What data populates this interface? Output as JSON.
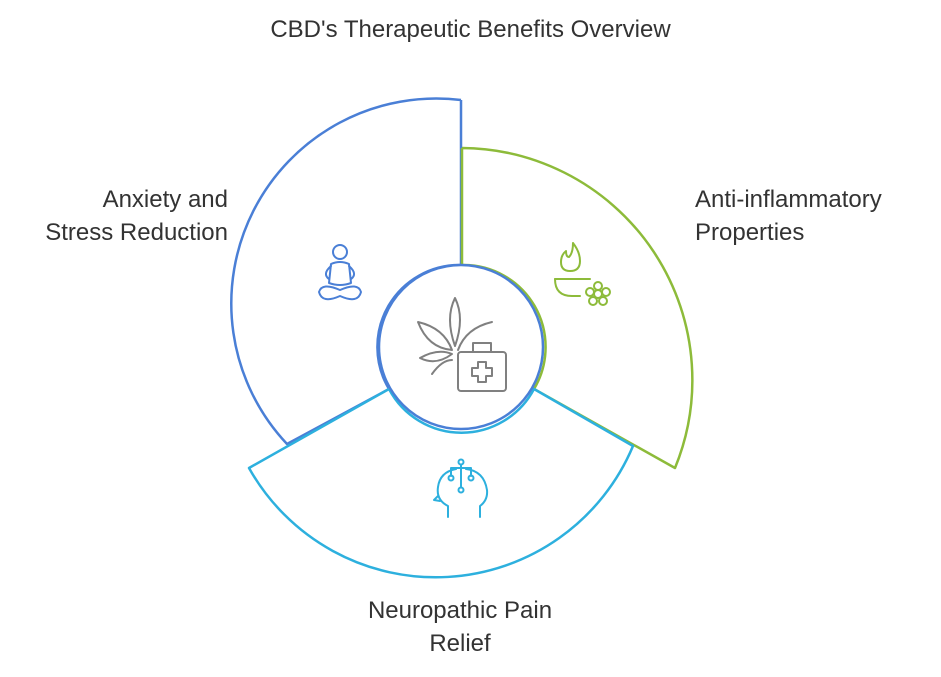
{
  "title": "CBD's Therapeutic Benefits Overview",
  "segments": [
    {
      "id": "anxiety",
      "lines": [
        "Anxiety and",
        "Stress Reduction"
      ],
      "color": "#4a7fd6",
      "icon": "meditation-icon"
    },
    {
      "id": "anti",
      "lines": [
        "Anti-inflammatory",
        "Properties"
      ],
      "color": "#8dbb3a",
      "icon": "flame-flower-icon"
    },
    {
      "id": "neuro",
      "lines": [
        "Neuropathic Pain",
        "Relief"
      ],
      "color": "#2db0de",
      "icon": "brain-head-icon"
    }
  ],
  "center": {
    "icon": "cannabis-medkit-icon",
    "color": "#4a7fd6"
  },
  "colors": {
    "text": "#333333",
    "icon_gray": "#808080"
  }
}
